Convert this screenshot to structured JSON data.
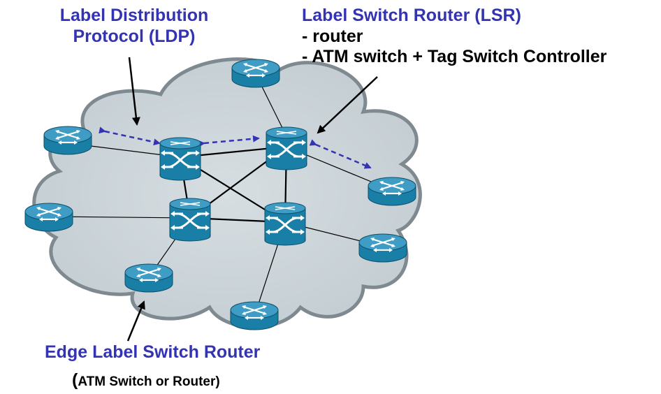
{
  "labels": {
    "ldp": {
      "line1": "Label Distribution",
      "line2": "Protocol (LDP)"
    },
    "lsr": {
      "title": "Label Switch Router (LSR)",
      "item1": "- router",
      "item2": "- ATM switch + Tag Switch Controller"
    },
    "edge": {
      "title": "Edge Label Switch Router",
      "paren": "(",
      "sub": "ATM Switch or Router)"
    }
  },
  "colors": {
    "label_blue": "#3333b4",
    "cloud_fill": "#cdd6da",
    "cloud_stroke": "#7f8a90",
    "device_fill": "#1a7fa6",
    "device_top": "#3f9cc4",
    "link": "#000000",
    "ldp_arrow": "#3333b4"
  },
  "nodes": [
    {
      "name": "router-top",
      "kind": "router"
    },
    {
      "name": "router-left-top",
      "kind": "router"
    },
    {
      "name": "router-left-mid",
      "kind": "router"
    },
    {
      "name": "router-edge-bottom-left",
      "kind": "router"
    },
    {
      "name": "router-bottom",
      "kind": "router"
    },
    {
      "name": "router-right-mid",
      "kind": "router"
    },
    {
      "name": "router-right-low",
      "kind": "router"
    },
    {
      "name": "switch-core-1",
      "kind": "atm-switch"
    },
    {
      "name": "switch-core-2",
      "kind": "atm-switch"
    },
    {
      "name": "switch-core-3",
      "kind": "atm-switch"
    },
    {
      "name": "switch-core-4",
      "kind": "atm-switch"
    }
  ]
}
